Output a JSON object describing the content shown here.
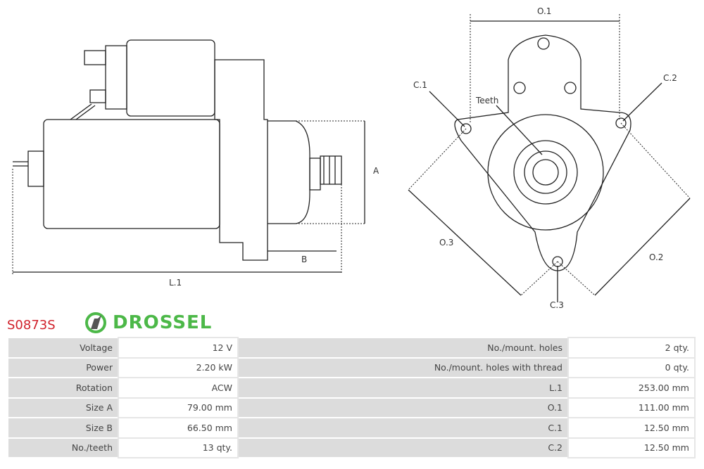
{
  "part_number": "S0873S",
  "drawing": {
    "labels": {
      "a": "A",
      "b": "B",
      "l1": "L.1",
      "o1": "O.1",
      "o2": "O.2",
      "o3": "O.3",
      "c1": "C.1",
      "c2": "C.2",
      "c3": "C.3",
      "teeth": "Teeth"
    }
  },
  "specs": [
    {
      "k1": "Voltage",
      "v1": "12 V",
      "k2": "No./mount. holes",
      "v2": "2 qty."
    },
    {
      "k1": "Power",
      "v1": "2.20 kW",
      "k2": "No./mount. holes with thread",
      "v2": "0 qty."
    },
    {
      "k1": "Rotation",
      "v1": "ACW",
      "k2": "L.1",
      "v2": "253.00 mm"
    },
    {
      "k1": "Size A",
      "v1": "79.00 mm",
      "k2": "O.1",
      "v2": "111.00 mm"
    },
    {
      "k1": "Size B",
      "v1": "66.50 mm",
      "k2": "C.1",
      "v2": "12.50 mm"
    },
    {
      "k1": "No./teeth",
      "v1": "13 qty.",
      "k2": "C.2",
      "v2": "12.50 mm"
    }
  ],
  "brand": {
    "name": "DROSSEL",
    "color": "#4cb848"
  },
  "colors": {
    "title": "#d0202a"
  }
}
